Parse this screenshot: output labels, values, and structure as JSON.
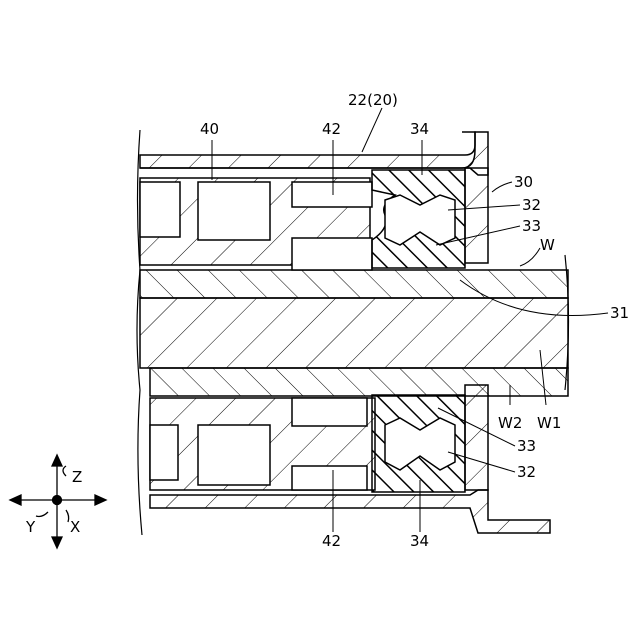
{
  "labels": {
    "housing": "22(20)",
    "unit": "30",
    "bearing": "40",
    "holder_top": "42",
    "holder_bottom": "42",
    "seal_top": "34",
    "seal_bottom": "34",
    "lip_top_32": "32",
    "lip_top_33": "33",
    "lip_bottom_33": "33",
    "lip_bottom_32": "32",
    "wire": "W",
    "shaft": "31",
    "wire2": "W2",
    "wire1": "W1"
  },
  "axes": {
    "z": "Z",
    "y": "Y",
    "x": "X"
  }
}
